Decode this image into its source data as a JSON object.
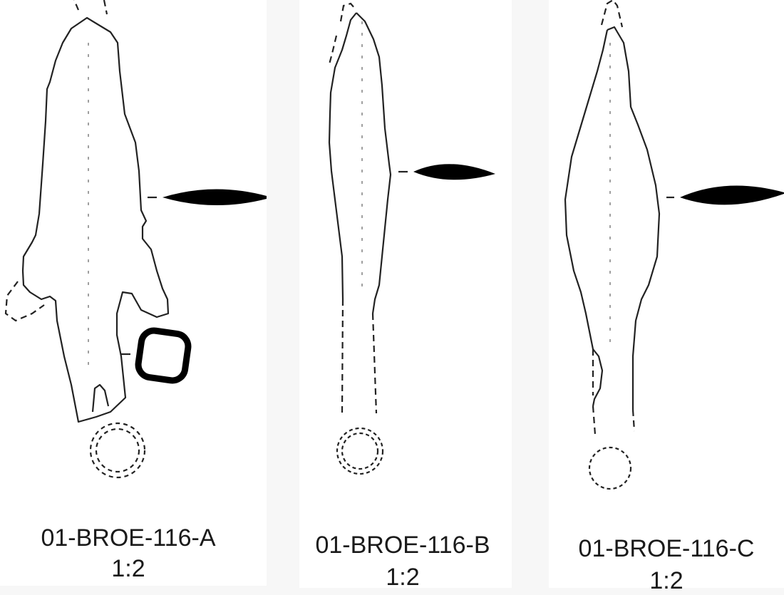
{
  "figure": {
    "panels": [
      {
        "id": "A",
        "label": "01-BROE-116-A",
        "scale": "1:2",
        "cross_sections": [
          "blade-lozenge",
          "tang-rounded-square",
          "tang-end-circle-dashed"
        ]
      },
      {
        "id": "B",
        "label": "01-BROE-116-B",
        "scale": "1:2",
        "cross_sections": [
          "blade-lozenge",
          "socket-circle-dashed"
        ]
      },
      {
        "id": "C",
        "label": "01-BROE-116-C",
        "scale": "1:2",
        "cross_sections": [
          "blade-lozenge",
          "socket-circle-dashed"
        ]
      }
    ],
    "colors": {
      "background": "#f7f7f7",
      "panel": "#ffffff",
      "line": "#222222",
      "fill": "#000000"
    }
  }
}
